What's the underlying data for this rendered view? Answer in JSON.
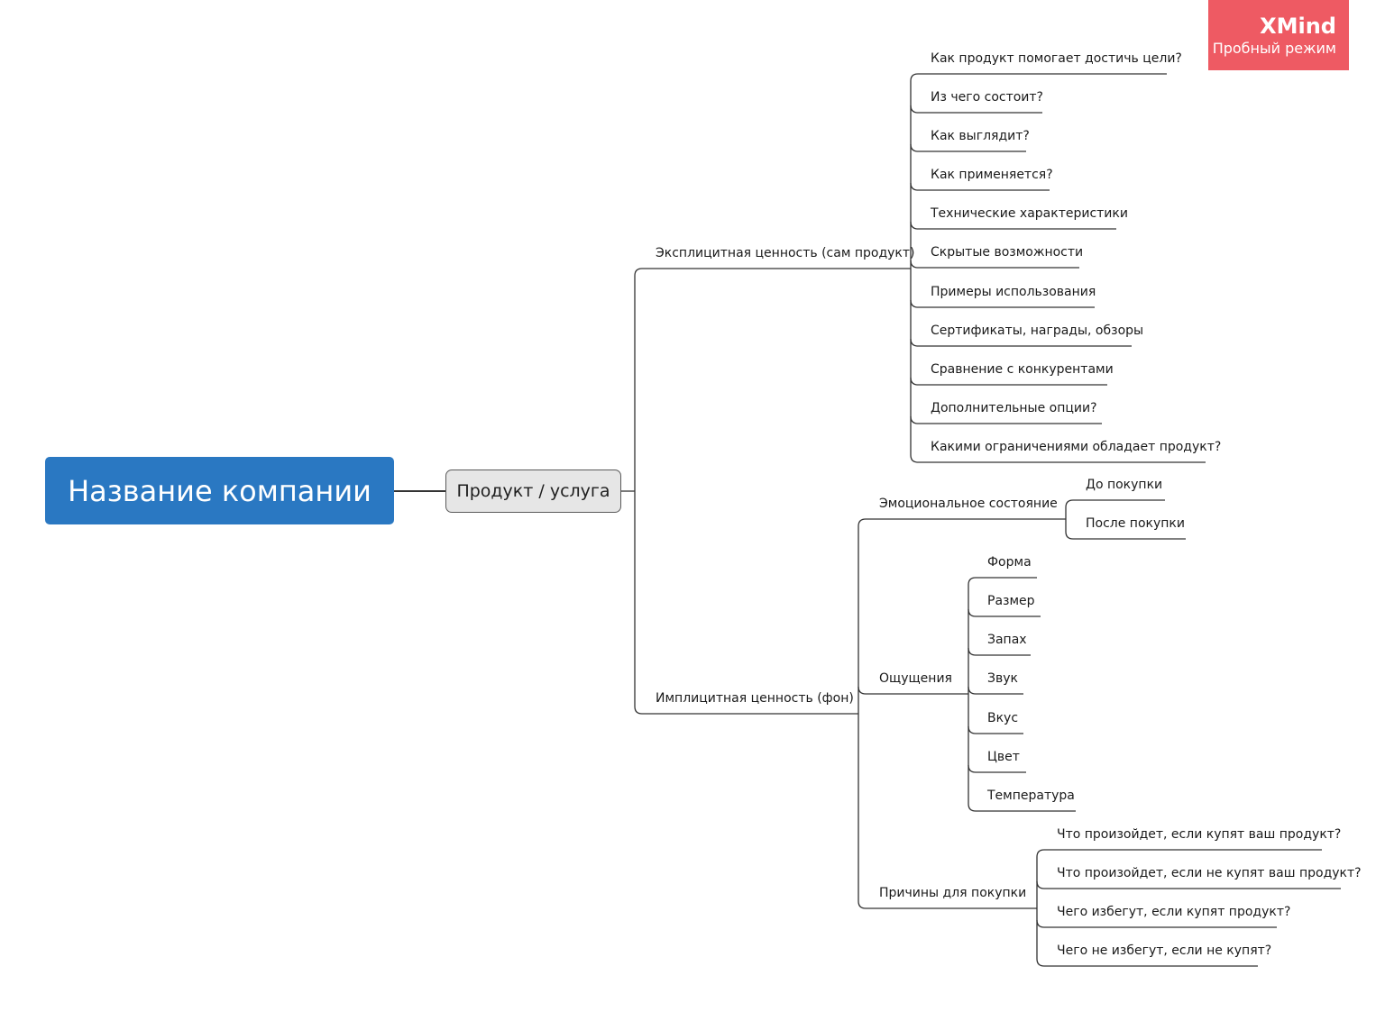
{
  "root": {
    "label": "Название компании"
  },
  "main_topic": {
    "label": "Продукт / услуга"
  },
  "branches": {
    "explicit": {
      "label": "Эксплицитная ценность (сам продукт)",
      "items": [
        "Как продукт помогает достичь цели?",
        "Из чего состоит?",
        "Как выглядит?",
        "Как применяется?",
        "Технические характеристики",
        "Скрытые возможности",
        "Примеры использования",
        "Сертификаты, награды, обзоры",
        "Сравнение с конкурентами",
        " Дополнительные опции?",
        "Какими ограничениями обладает продукт?"
      ]
    },
    "implicit": {
      "label": "Имплицитная ценность (фон)",
      "emotional": {
        "label": "Эмоциональное состояние",
        "items": [
          "До покупки",
          "После покупки"
        ]
      },
      "sensations": {
        "label": "Ощущения",
        "items": [
          "Форма",
          "Размер",
          "Запах",
          "Звук",
          "Вкус",
          "Цвет",
          "Температура"
        ]
      },
      "reasons": {
        "label": "Причины для покупки",
        "items": [
          "Что произойдет, если купят ваш продукт?",
          "Что произойдет, если не купят ваш продукт?",
          "Чего избегут, если купят продукт?",
          "Чего не избегут, если не купят?"
        ]
      }
    }
  },
  "badge": {
    "brand": "XMind",
    "mode": "Пробный режим"
  },
  "colors": {
    "root_fill": "#2a78c2",
    "main_fill": "#e6e6e6",
    "line": "#333333",
    "badge": "#ee5a63"
  }
}
